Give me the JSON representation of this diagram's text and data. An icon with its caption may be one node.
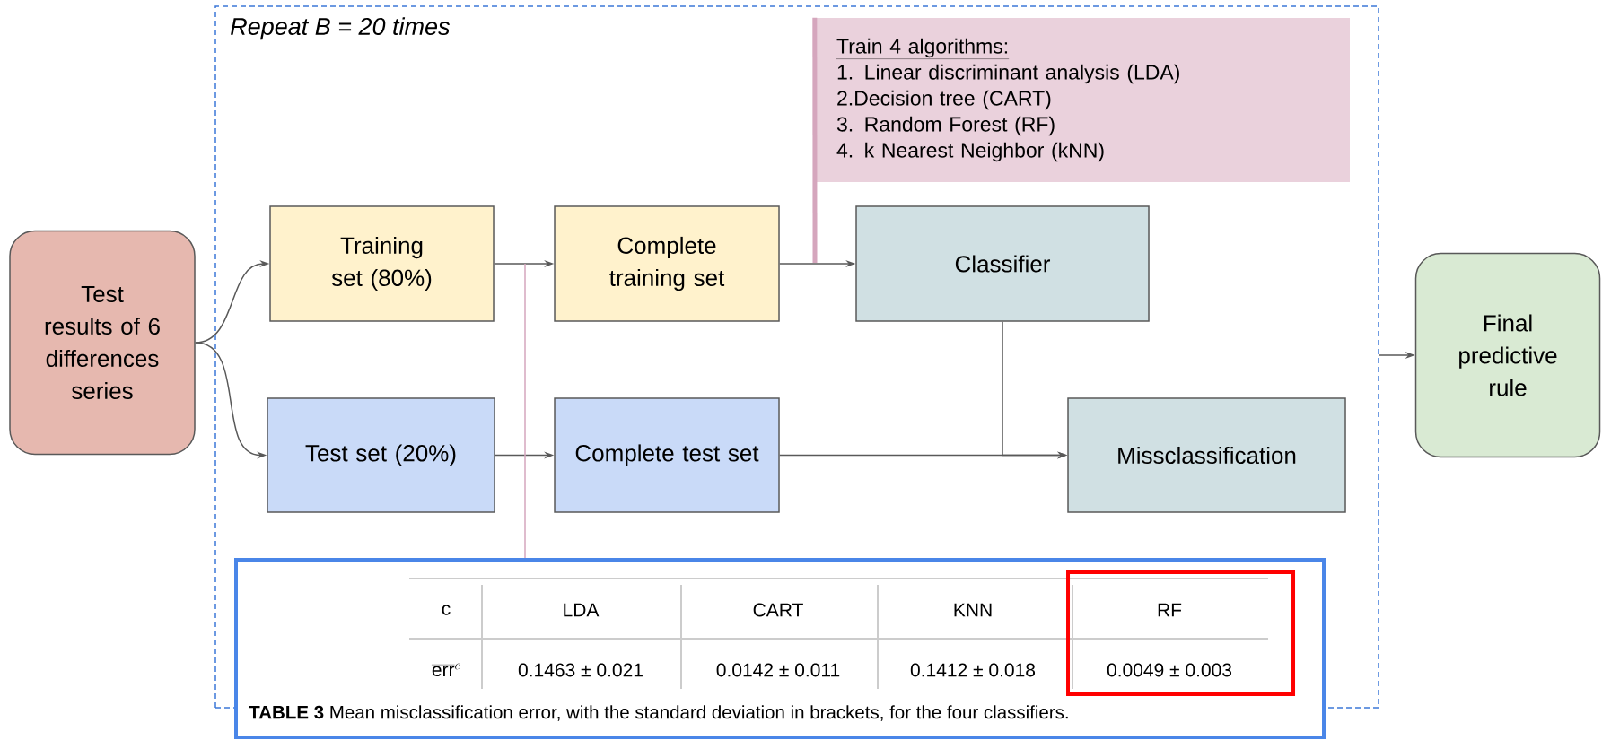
{
  "diagram": {
    "nodes": [
      {
        "text": [
          "Repeat B = 20 times"
        ]
      },
      {
        "text": [
          "Test results of 6 differences series"
        ]
      },
      {
        "text": [
          "Training set (80%)"
        ],
        "in": 0
      },
      {
        "text": [
          "Complete training set"
        ],
        "in": 0
      },
      {
        "text": [
          "Test set (20%)"
        ],
        "in": 0
      },
      {
        "text": [
          "Complete test set"
        ],
        "in": 0
      },
      {
        "text": [
          "Classifier"
        ],
        "in": 0
      },
      {
        "text": [
          "Missclassification"
        ],
        "in": 0
      },
      {
        "text": [
          "Train 4 algorithms:",
          "1. Linear discriminant analysis (LDA)",
          "2.Decision tree (CART)",
          "3. Random Forest (RF)",
          "4. k Nearest Neighbor (kNN)"
        ],
        "in": 0
      },
      {
        "text": [
          "Final predictive rule"
        ]
      },
      {
        "text": [
          "**TABLE 3** Mean misclassification error, with the standard deviation in brackets, for the four classifiers."
        ]
      }
    ],
    "edges": [
      {
        "from": 1,
        "to": 2,
        "arrow": "to"
      },
      {
        "from": 1,
        "to": 4,
        "arrow": "to"
      },
      {
        "from": 2,
        "to": 3,
        "arrow": "to"
      },
      {
        "from": 4,
        "to": 5,
        "arrow": "to"
      },
      {
        "from": 3,
        "to": 6,
        "arrow": "to"
      },
      {
        "from": 5,
        "to": 7,
        "arrow": "to"
      },
      {
        "from": 6,
        "to": 7,
        "arrow": "to"
      },
      {
        "from": 0,
        "to": 9,
        "arrow": "to"
      },
      {
        "from": 8,
        "to": null,
        "arrow": "none",
        "style": "thick",
        "color": "#d5a6bd"
      },
      {
        "from": 10,
        "to": null,
        "arrow": "none",
        "color": "#d5a6bd"
      }
    ],
    "labels": [
      "c",
      "LDA",
      "CART",
      "KNN",
      "RF",
      "\\overline{\\mathrm{err}}^{c}",
      "0.1463 ± 0.021",
      "0.0142 ± 0.011",
      "0.1412 ± 0.018",
      "0.0049 ± 0.003"
    ]
  }
}
